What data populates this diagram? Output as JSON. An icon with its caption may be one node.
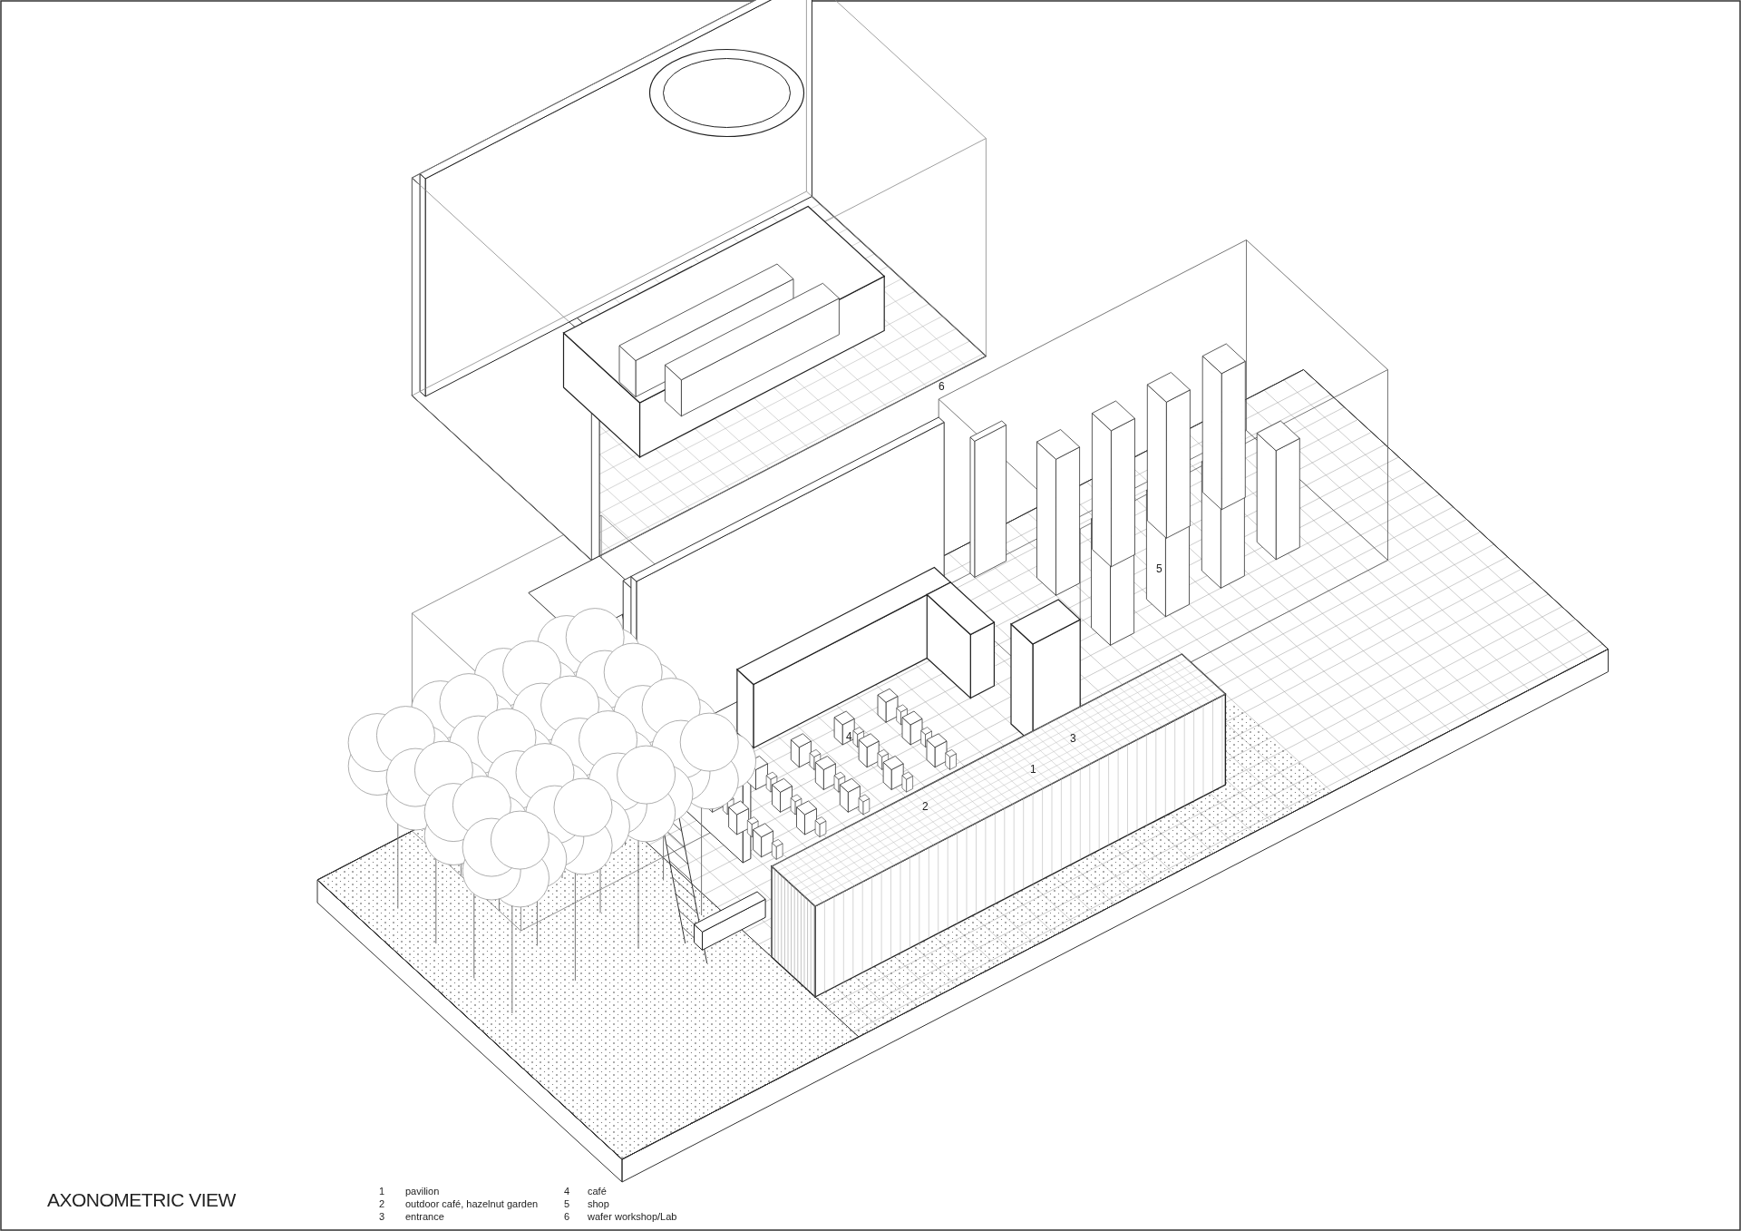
{
  "diagram": {
    "title": "AXONOMETRIC VIEW",
    "labels": [
      "6",
      "5",
      "4",
      "3",
      "2",
      "1",
      "1",
      "pavilion",
      "4",
      "café",
      "2",
      "outdoor café, hazelnut garden",
      "5",
      "shop",
      "3",
      "entrance",
      "6",
      "wafer workshop/Lab"
    ]
  }
}
